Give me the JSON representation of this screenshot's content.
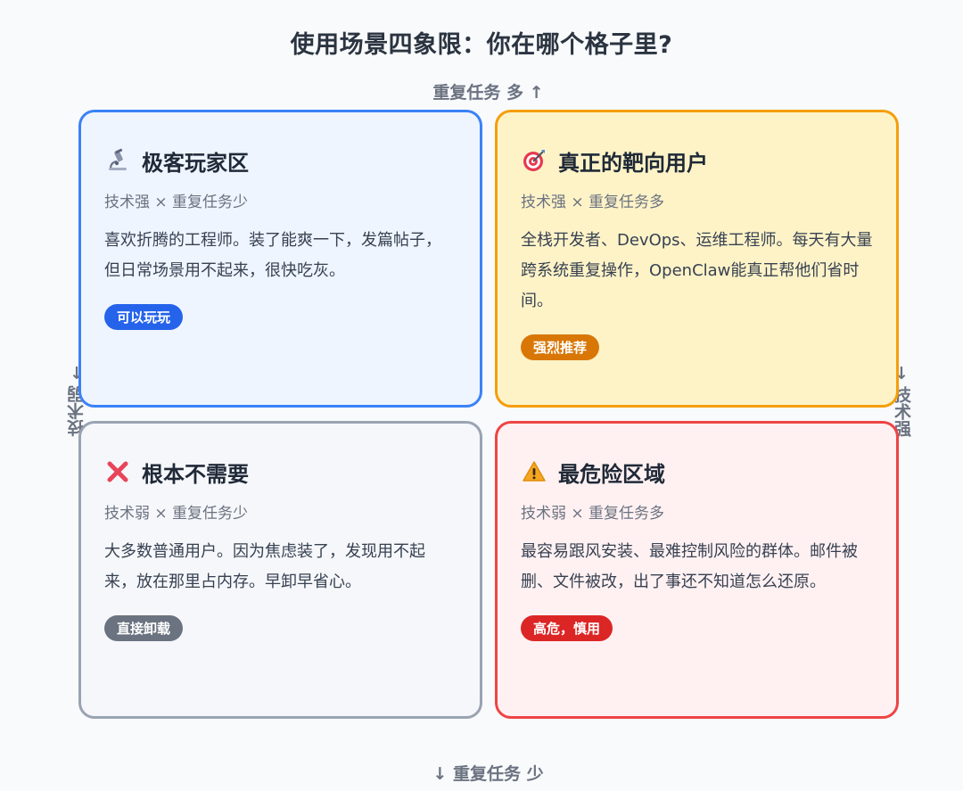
{
  "title": "使用场景四象限：你在哪个格子里?",
  "axes": {
    "top": "重复任务 多 ↑",
    "bottom": "↓ 重复任务 少",
    "left": "技术弱 ←",
    "right": "→ 技术强"
  },
  "quadrants": {
    "top_left": {
      "icon": "microscope-icon",
      "title": "极客玩家区",
      "subtitle": "技术强 × 重复任务少",
      "description": "喜欢折腾的工程师。装了能爽一下，发篇帖子，但日常场景用不起来，很快吃灰。",
      "badge": "可以玩玩",
      "color": "#3b82f6"
    },
    "top_right": {
      "icon": "target-icon",
      "title": "真正的靶向用户",
      "subtitle": "技术强 × 重复任务多",
      "description": "全栈开发者、DevOps、运维工程师。每天有大量跨系统重复操作，OpenClaw能真正帮他们省时间。",
      "badge": "强烈推荐",
      "color": "#f59e0b"
    },
    "bottom_left": {
      "icon": "cross-mark-icon",
      "title": "根本不需要",
      "subtitle": "技术弱 × 重复任务少",
      "description": "大多数普通用户。因为焦虑装了，发现用不起来，放在那里占内存。早卸早省心。",
      "badge": "直接卸载",
      "color": "#9aa3b2"
    },
    "bottom_right": {
      "icon": "warning-icon",
      "title": "最危险区域",
      "subtitle": "技术弱 × 重复任务多",
      "description": "最容易跟风安装、最难控制风险的群体。邮件被删、文件被改，出了事还不知道怎么还原。",
      "badge": "高危，慎用",
      "color": "#ef4444"
    }
  }
}
